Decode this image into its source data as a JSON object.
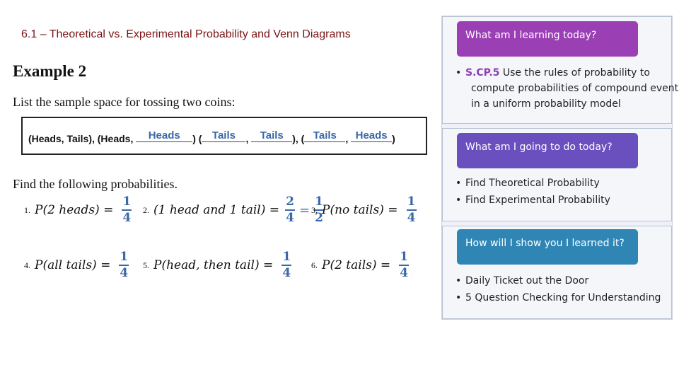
{
  "slide_title": "6.1 – Theoretical vs. Experimental Probability and  Venn Diagrams",
  "example": {
    "heading": "Example 2",
    "instruction": "List the sample space for tossing two coins:",
    "sample_space": {
      "given": "(Heads, Tails), (Heads, ",
      "blanks": [
        "Heads",
        "Tails",
        "Tails",
        "Tails",
        "Heads"
      ],
      "sep": [
        ") (",
        ", ",
        "), (",
        ", ",
        ")"
      ]
    }
  },
  "find_heading": "Find the following probabilities.",
  "problems": [
    {
      "num": "1.",
      "expr": "P(2 heads) =",
      "answer": [
        "1",
        "4"
      ]
    },
    {
      "num": "2.",
      "expr": "(1 head and 1 tail) =",
      "answer": [
        "2",
        "4"
      ],
      "simplified": [
        "1",
        "2"
      ]
    },
    {
      "num": "3.",
      "expr": "P(no tails) =",
      "answer": [
        "1",
        "4"
      ]
    },
    {
      "num": "4.",
      "expr": "P(all tails) =",
      "answer": [
        "1",
        "4"
      ]
    },
    {
      "num": "5.",
      "expr": "P(head, then tail) =",
      "answer": [
        "1",
        "4"
      ]
    },
    {
      "num": "6.",
      "expr": "P(2 tails) =",
      "answer": [
        "1",
        "4"
      ]
    }
  ],
  "panel": {
    "learning": {
      "banner": "What am I learning today?",
      "color": "#9b3fb5",
      "standard": "S.CP.5",
      "lines": [
        "Use the rules of probability to",
        "compute probabilities of compound events",
        "in a uniform probability model"
      ]
    },
    "doing": {
      "banner": "What am I going to do today?",
      "color": "#6a4fbf",
      "bullets": [
        "Find Theoretical Probability",
        "Find Experimental Probability"
      ]
    },
    "showing": {
      "banner": "How will I show you I learned it?",
      "color": "#2f86b5",
      "bullets": [
        "Daily Ticket out the Door",
        "5 Question Checking for Understanding"
      ]
    }
  }
}
